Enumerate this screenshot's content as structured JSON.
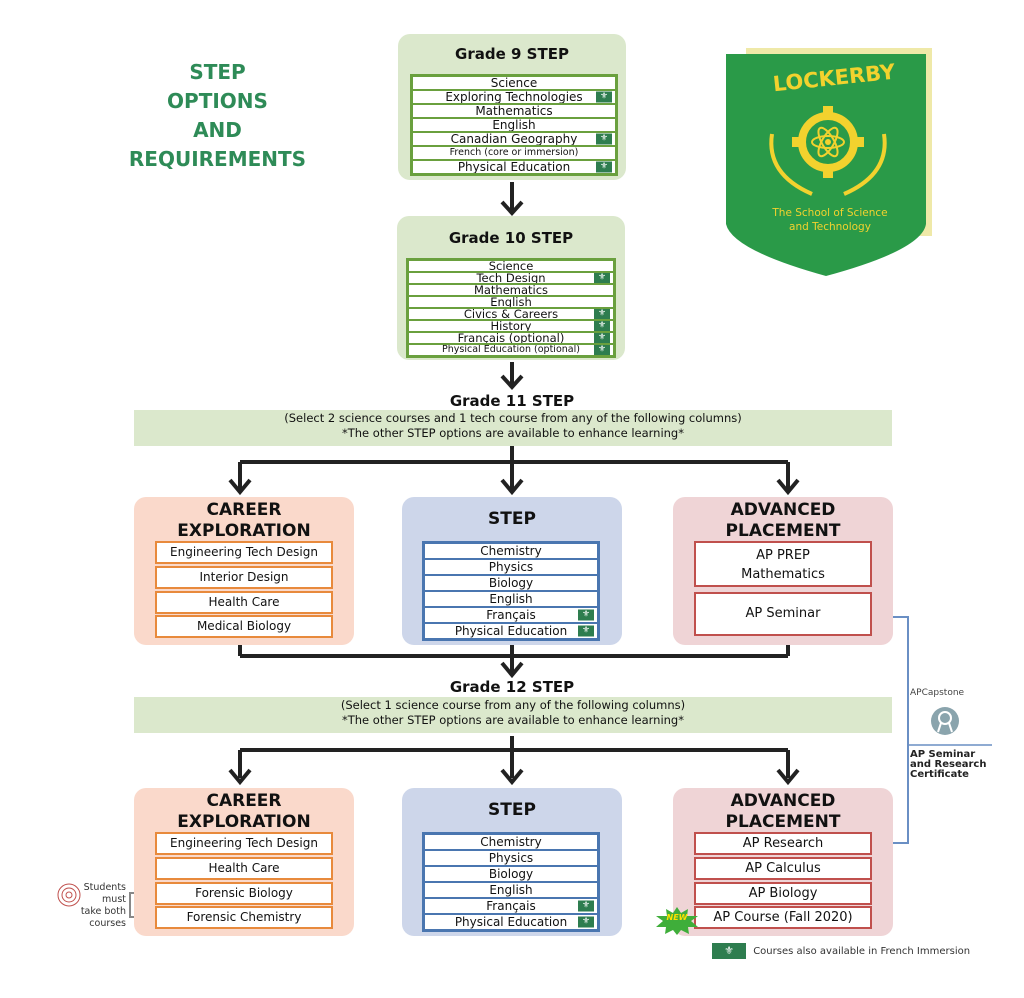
{
  "title": [
    "STEP",
    "OPTIONS",
    "AND",
    "REQUIREMENTS"
  ],
  "logo": {
    "name": "LOCKERBY",
    "tagline_1": "The School of Science",
    "tagline_2": "and Technology",
    "colors": {
      "shield": "#2a9a48",
      "emblem": "#f2d22e",
      "ribbon": "#efe9a8"
    }
  },
  "fleur_icon": "⚜",
  "grade9": {
    "title": "Grade 9  STEP",
    "courses": [
      {
        "label": "Science",
        "fi": false
      },
      {
        "label": "Exploring Technologies",
        "fi": true
      },
      {
        "label": "Mathematics",
        "fi": false
      },
      {
        "label": "English",
        "fi": false
      },
      {
        "label": "Canadian Geography",
        "fi": true
      },
      {
        "label": "French (core or immersion)",
        "fi": false
      },
      {
        "label": "Physical Education",
        "fi": true
      }
    ]
  },
  "grade10": {
    "title": "Grade 10  STEP",
    "courses": [
      {
        "label": "Science",
        "fi": false
      },
      {
        "label": "Tech Design",
        "fi": true
      },
      {
        "label": "Mathematics",
        "fi": false
      },
      {
        "label": "English",
        "fi": false
      },
      {
        "label": "Civics & Careers",
        "fi": true
      },
      {
        "label": "History",
        "fi": true
      },
      {
        "label": "Français (optional)",
        "fi": true
      },
      {
        "label": "Physical Education (optional)",
        "fi": true
      }
    ]
  },
  "grade11": {
    "title": "Grade 11  STEP",
    "note_1": "(Select 2 science courses and 1 tech course from any of the following columns)",
    "note_2": "*The other STEP options are available to enhance learning*",
    "career": {
      "heading_1": "CAREER",
      "heading_2": "EXPLORATION",
      "courses": [
        "Engineering Tech Design",
        "Interior Design",
        "Health Care",
        "Medical Biology"
      ]
    },
    "step": {
      "heading": "STEP",
      "courses": [
        {
          "label": "Chemistry",
          "fi": false
        },
        {
          "label": "Physics",
          "fi": false
        },
        {
          "label": "Biology",
          "fi": false
        },
        {
          "label": "English",
          "fi": false
        },
        {
          "label": "Français",
          "fi": true
        },
        {
          "label": "Physical Education",
          "fi": true
        }
      ]
    },
    "ap": {
      "heading_1": "ADVANCED",
      "heading_2": "PLACEMENT",
      "prep_1": "AP PREP",
      "prep_2": "Mathematics",
      "seminar": "AP Seminar"
    }
  },
  "grade12": {
    "title": "Grade 12  STEP",
    "note_1": "(Select 1 science course from any of the following columns)",
    "note_2": "*The other STEP options are available to enhance learning*",
    "career": {
      "heading_1": "CAREER",
      "heading_2": "EXPLORATION",
      "courses": [
        "Engineering Tech Design",
        "Health Care",
        "Forensic Biology",
        "Forensic Chemistry"
      ],
      "note": [
        "Students",
        "must",
        "take both",
        "courses"
      ]
    },
    "step": {
      "heading": "STEP",
      "courses": [
        {
          "label": "Chemistry",
          "fi": false
        },
        {
          "label": "Physics",
          "fi": false
        },
        {
          "label": "Biology",
          "fi": false
        },
        {
          "label": "English",
          "fi": false
        },
        {
          "label": "Français",
          "fi": true
        },
        {
          "label": "Physical Education",
          "fi": true
        }
      ]
    },
    "ap": {
      "heading_1": "ADVANCED",
      "heading_2": "PLACEMENT",
      "courses": [
        "AP Research",
        "AP Calculus",
        "AP Biology",
        "AP Course (Fall 2020)"
      ],
      "new_badge": "NEW"
    }
  },
  "capstone": {
    "brand": "APCapstone",
    "cert_1": "AP Seminar",
    "cert_2": "and Research",
    "cert_3": "Certificate"
  },
  "legend": {
    "text": "Courses also available in French Immersion"
  }
}
